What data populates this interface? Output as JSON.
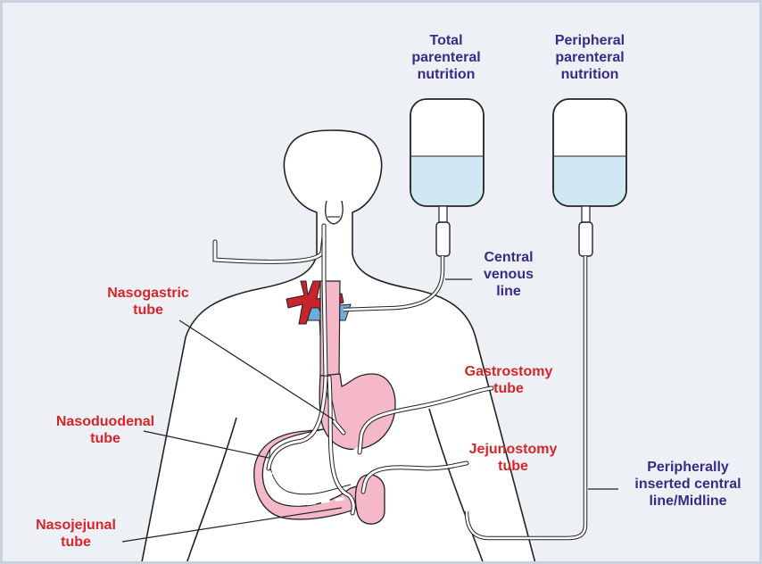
{
  "colors": {
    "background": "#edf1f6",
    "frame_border": "#c7d2de",
    "outline": "#222222",
    "tube_label": "#d8252a",
    "line_label": "#3a2a86",
    "stomach": "#f4b8c8",
    "stomach_dark": "#e9a3b6",
    "fluid": "#cfe8f3",
    "vein": "#6aaedc",
    "artery": "#c8242c",
    "tube_fill": "#ffffff"
  },
  "bags": {
    "total": "Total\nparenteral\nnutrition",
    "peripheral": "Peripheral\nparenteral\nnutrition"
  },
  "lines": {
    "central_venous": "Central\nvenous\nline",
    "picc": "Peripherally\ninserted central\nline/Midline"
  },
  "tubes": {
    "nasogastric": "Nasogastric\ntube",
    "nasoduodenal": "Nasoduodenal\ntube",
    "nasojejunal": "Nasojejunal\ntube",
    "gastrostomy": "Gastrostomy\ntube",
    "jejunostomy": "Jejunostomy\ntube"
  }
}
